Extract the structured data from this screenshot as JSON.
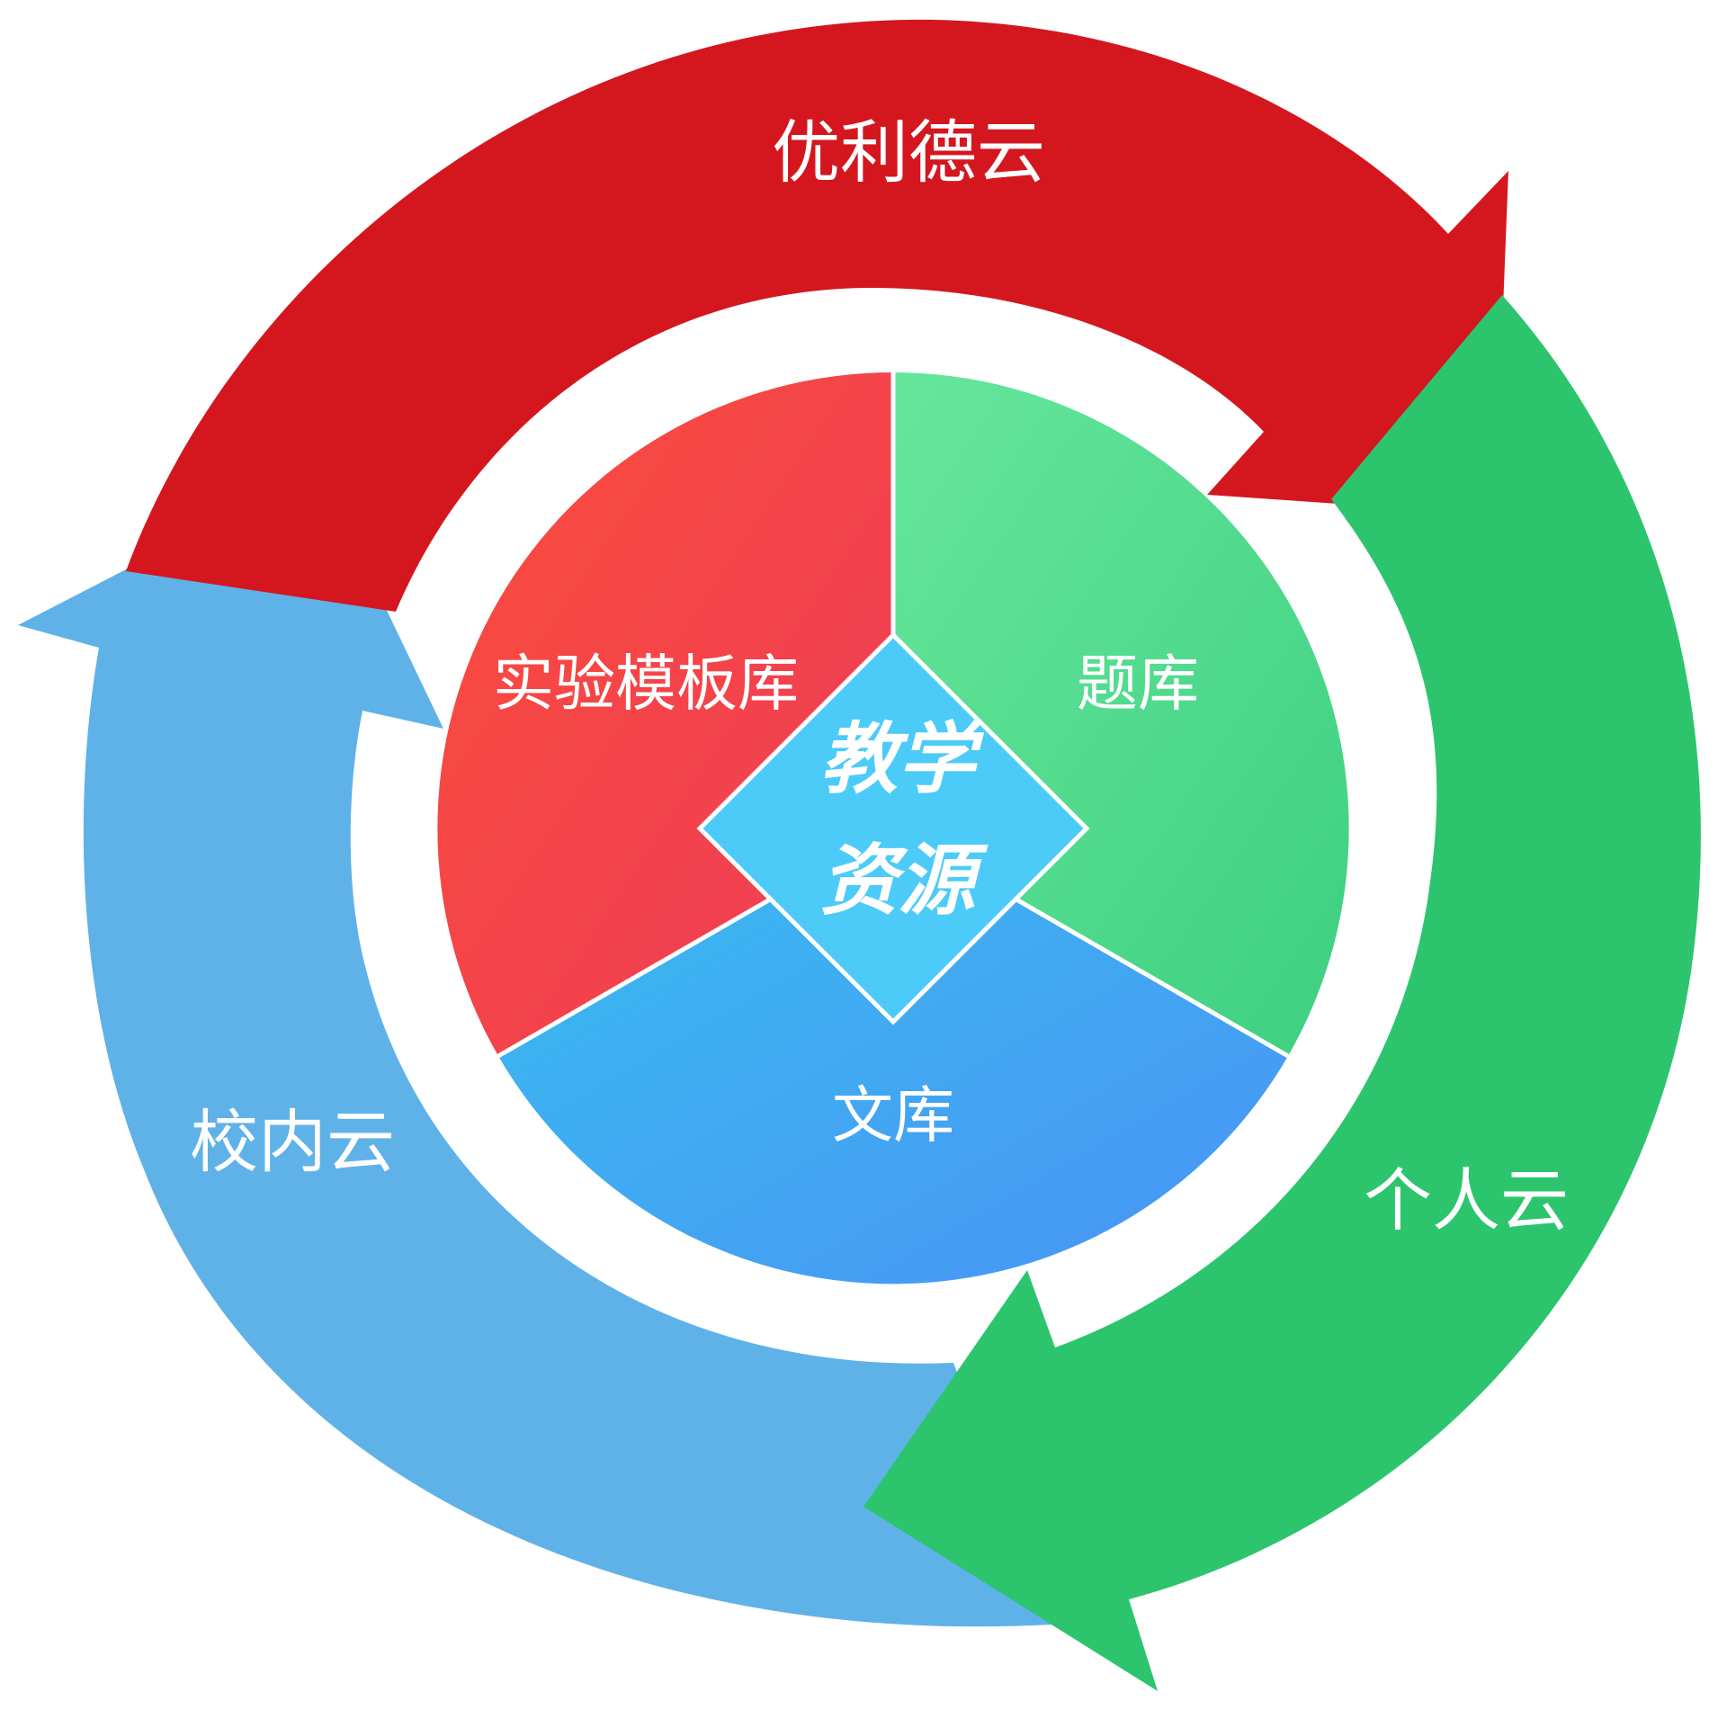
{
  "cycle": {
    "top": {
      "label": "优利德云",
      "color": "#D4171F"
    },
    "right": {
      "label": "个人云",
      "color": "#2CC56E"
    },
    "left": {
      "label": "校内云",
      "color": "#5FB2E8"
    }
  },
  "pie": {
    "segments": [
      {
        "label": "实验模板库",
        "color_from": "#FA4D3C",
        "color_to": "#EE3B57"
      },
      {
        "label": "题库",
        "color_from": "#66E69D",
        "color_to": "#3ECF80"
      },
      {
        "label": "文库",
        "color_from": "#38BDEF",
        "color_to": "#4A93F5"
      }
    ],
    "center": {
      "line1": "教学",
      "line2": "资源",
      "color": "#4CCBF8"
    }
  }
}
